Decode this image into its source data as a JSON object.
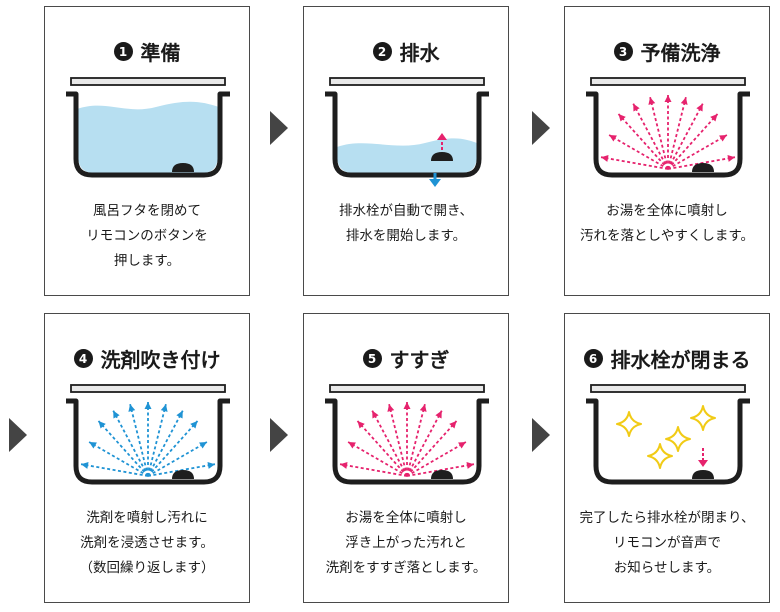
{
  "colors": {
    "water": "#b7dff1",
    "tub": "#1e1e1e",
    "lid": "#e9e9e9",
    "pink": "#e6226d",
    "blue": "#1f93d4",
    "sparkle": "#f1cb16",
    "arrow": "#444444"
  },
  "steps": [
    {
      "number": "1",
      "title": "準備",
      "lines": [
        "風呂フタを閉めて",
        "リモコンのボタンを",
        "押します。"
      ]
    },
    {
      "number": "2",
      "title": "排水",
      "lines": [
        "排水栓が自動で開き、",
        "排水を開始します。"
      ]
    },
    {
      "number": "3",
      "title": "予備洗浄",
      "lines": [
        "お湯を全体に噴射し",
        "汚れを落としやすくします。"
      ]
    },
    {
      "number": "4",
      "title": "洗剤吹き付け",
      "lines": [
        "洗剤を噴射し汚れに",
        "洗剤を浸透させます。",
        "（数回繰り返します）"
      ]
    },
    {
      "number": "5",
      "title": "すすぎ",
      "lines": [
        "お湯を全体に噴射し",
        "浮き上がった汚れと",
        "洗剤をすすぎ落とします。"
      ]
    },
    {
      "number": "6",
      "title": "排水栓が閉まる",
      "lines": [
        "完了したら排水栓が閉まり、",
        "リモコンが音声で",
        "お知らせします。"
      ]
    }
  ]
}
